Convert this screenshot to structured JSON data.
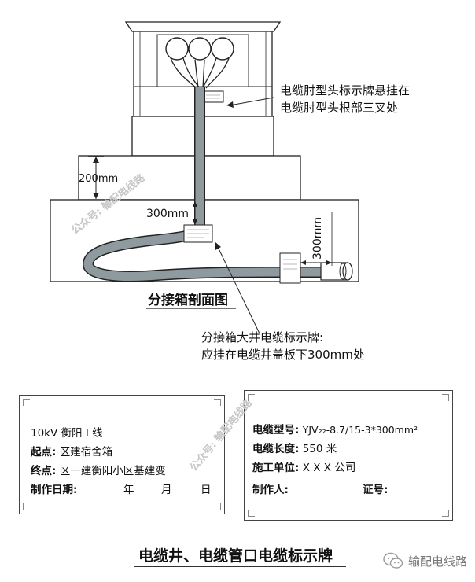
{
  "diagram": {
    "dim_200": "200mm",
    "dim_300_vertical": "300mm",
    "dim_300_horizontal": "300mm",
    "note_top": [
      "电缆肘型头标示牌悬挂在",
      "电缆肘型头根部三叉处"
    ],
    "note_bottom": [
      "分接箱大井电缆标示牌:",
      "应挂在电缆井盖板下300mm处"
    ],
    "section_title": "分接箱剖面图",
    "watermark_1": "公众号: 输配电线路",
    "watermark_2": "公众号: 输配电线路"
  },
  "signs": {
    "left": {
      "line": "10kV 衡阳 I 线",
      "start_label": "起点:",
      "start_value": "区建宿舍箱",
      "end_label": "终点:",
      "end_value": "区一建衡阳小区基建变",
      "date_label": "制作日期:",
      "year": "年",
      "month": "月",
      "day": "日"
    },
    "right": {
      "model_label": "电缆型号:",
      "model_value": "YJV₂₂-8.7/15-3*300mm²",
      "length_label": "电缆长度:",
      "length_value": "550 米",
      "unit_label": "施工单位:",
      "unit_value": "X X X 公司",
      "maker_label": "制作人:",
      "cert_label": "证号:"
    }
  },
  "bottom_title": "电缆井、电缆管口电缆标示牌",
  "brand": "输配电线路",
  "brand_icon": "wechat-icon"
}
